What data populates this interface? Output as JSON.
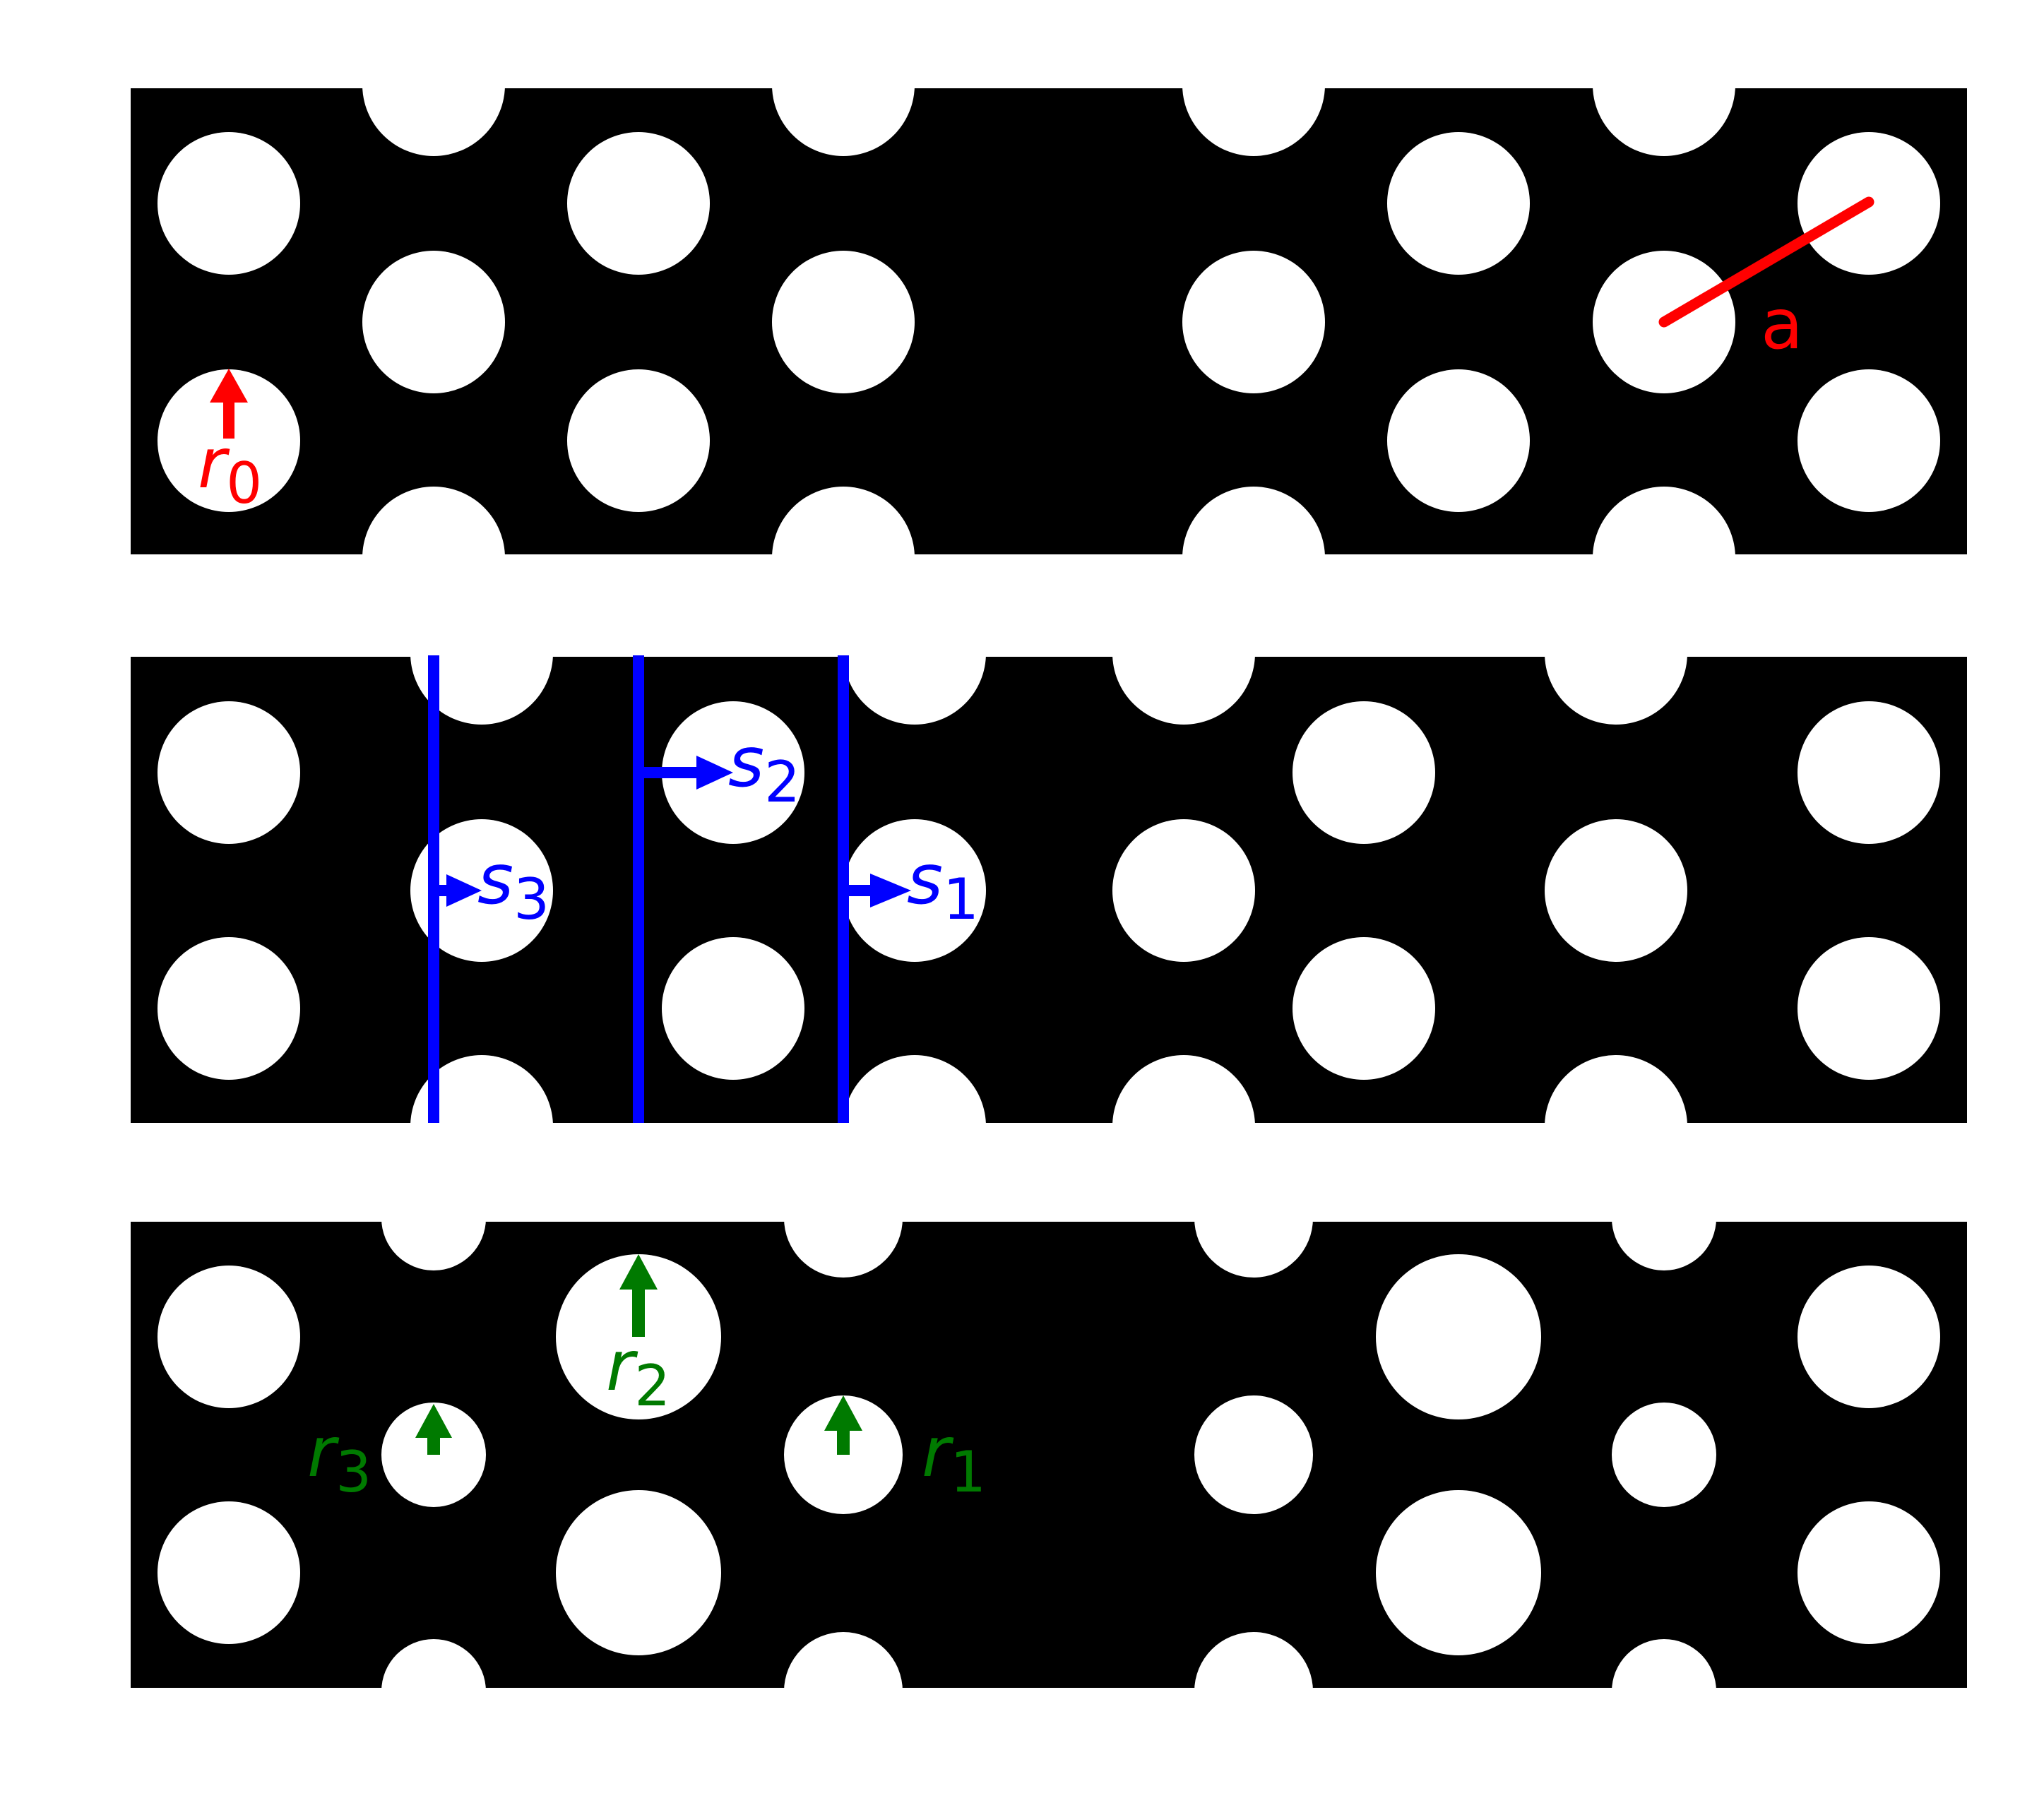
{
  "colors": {
    "slab": "#000000",
    "hole": "#ffffff",
    "red": "#ff0000",
    "blue": "#0000ff",
    "green": "#007a00"
  },
  "panels": [
    {
      "id": "unperturbed",
      "labels": {
        "r0": {
          "main": "r",
          "sub": "0"
        },
        "a": "a"
      }
    },
    {
      "id": "shifted",
      "labels": {
        "s1": {
          "main": "s",
          "sub": "1"
        },
        "s2": {
          "main": "s",
          "sub": "2"
        },
        "s3": {
          "main": "s",
          "sub": "3"
        }
      }
    },
    {
      "id": "resized",
      "labels": {
        "r1": {
          "main": "r",
          "sub": "1"
        },
        "r2": {
          "main": "r",
          "sub": "2"
        },
        "r3": {
          "main": "r",
          "sub": "3"
        }
      }
    }
  ]
}
